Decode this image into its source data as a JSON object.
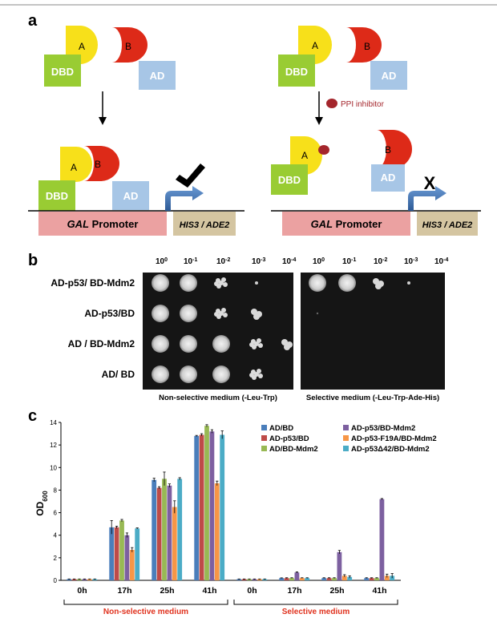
{
  "panel_labels": {
    "a": "a",
    "b": "b",
    "c": "c"
  },
  "panel_a": {
    "left": {
      "dbd": "DBD",
      "protein_a": "A",
      "protein_b": "B",
      "ad": "AD",
      "promoter_italic": "GAL",
      "promoter_rest": " Promoter",
      "reporter": "HIS3 / ADE2"
    },
    "right": {
      "dbd": "DBD",
      "protein_a": "A",
      "protein_b": "B",
      "ad": "AD",
      "inhibitor_label": "PPI inhibitor",
      "promoter_italic": "GAL",
      "promoter_rest": " Promoter",
      "reporter": "HIS3 / ADE2",
      "x_mark": "X"
    },
    "colors": {
      "dbd": "#99cc33",
      "ad": "#a7c6e6",
      "a": "#f7e01a",
      "b": "#dd2a18",
      "promoter": "#eba1a1",
      "reporter": "#d4c5a1",
      "inhibitor": "#a4262c",
      "arrow": "#3d6fad"
    }
  },
  "panel_b": {
    "dilutions": [
      "10",
      "10",
      "10",
      "10",
      "10"
    ],
    "exponents": [
      "0",
      "-1",
      "-2",
      "-3",
      "-4"
    ],
    "rows": [
      "AD-p53/ BD-Mdm2",
      "AD-p53/BD",
      "AD / BD-Mdm2",
      "AD/ BD"
    ],
    "left_caption": "Non-selective medium (-Leu-Trp)",
    "right_caption": "Selective medium (-Leu-Trp-Ade-His)",
    "left_growth": [
      [
        4,
        4,
        3,
        1,
        0
      ],
      [
        4,
        4,
        3,
        2,
        0
      ],
      [
        4,
        4,
        4,
        3,
        2
      ],
      [
        4,
        4,
        4,
        3,
        0
      ]
    ],
    "right_growth": [
      [
        4,
        4,
        2,
        1,
        0
      ],
      [
        0,
        0,
        0,
        0,
        0
      ],
      [
        0,
        0,
        0,
        0,
        0
      ],
      [
        0,
        0,
        0,
        0,
        0
      ]
    ]
  },
  "chart_data": {
    "type": "bar",
    "ylabel": "OD",
    "ylabel_sub": "600",
    "ylim": [
      0,
      14
    ],
    "yticks": [
      0,
      2,
      4,
      6,
      8,
      10,
      12,
      14
    ],
    "categories": [
      "0h",
      "17h",
      "25h",
      "41h",
      "0h",
      "17h",
      "25h",
      "41h"
    ],
    "groups": [
      "Non-selective medium",
      "Selective medium"
    ],
    "series": [
      {
        "name": "AD/BD",
        "color": "#4a7ebb",
        "values": [
          0.1,
          4.7,
          8.9,
          12.8,
          0.1,
          0.2,
          0.2,
          0.2
        ]
      },
      {
        "name": "AD-p53/BD",
        "color": "#be4b48",
        "values": [
          0.1,
          4.7,
          8.2,
          12.9,
          0.1,
          0.2,
          0.2,
          0.2
        ]
      },
      {
        "name": "AD/BD-Mdm2",
        "color": "#98b954",
        "values": [
          0.1,
          5.3,
          9.0,
          13.7,
          0.1,
          0.2,
          0.2,
          0.2
        ]
      },
      {
        "name": "AD-p53/BD-Mdm2",
        "color": "#7d60a0",
        "values": [
          0.1,
          4.0,
          8.4,
          13.2,
          0.1,
          0.7,
          2.5,
          7.2
        ]
      },
      {
        "name": "AD-p53-F19A/BD-Mdm2",
        "color": "#f79646",
        "values": [
          0.1,
          2.7,
          6.5,
          8.6,
          0.1,
          0.2,
          0.4,
          0.4
        ]
      },
      {
        "name": "AD-p53Δ42/BD-Mdm2",
        "color": "#4bacc6",
        "values": [
          0.1,
          4.6,
          9.0,
          12.9,
          0.1,
          0.2,
          0.3,
          0.4
        ]
      }
    ],
    "errors": [
      [
        0.02,
        0.6,
        0.15,
        0.05,
        0.02,
        0.02,
        0.03,
        0.03
      ],
      [
        0.02,
        0.1,
        0.1,
        0.1,
        0.02,
        0.03,
        0.03,
        0.03
      ],
      [
        0.02,
        0.1,
        0.6,
        0.1,
        0.02,
        0.03,
        0.03,
        0.03
      ],
      [
        0.02,
        0.2,
        0.15,
        0.15,
        0.02,
        0.05,
        0.15,
        0.05
      ],
      [
        0.02,
        0.2,
        0.55,
        0.2,
        0.02,
        0.03,
        0.1,
        0.15
      ],
      [
        0.02,
        0.05,
        0.1,
        0.35,
        0.02,
        0.03,
        0.1,
        0.2
      ]
    ],
    "legend_position": "top-right",
    "grid": false,
    "group_color": "#e0321e"
  }
}
